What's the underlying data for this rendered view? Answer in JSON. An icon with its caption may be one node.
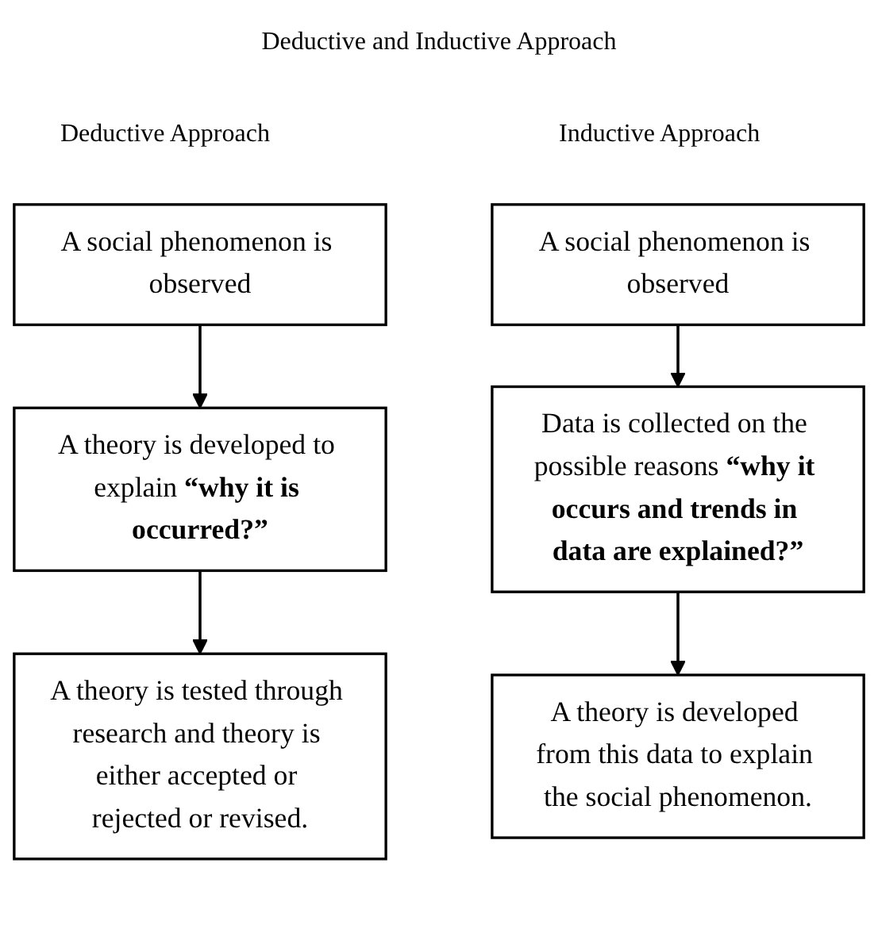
{
  "diagram": {
    "title": "Deductive and Inductive Approach",
    "nodes": [
      {
        "text": [
          "A social phenomenon is observed"
        ]
      },
      {
        "text": [
          "A theory is developed to explain **“why it is occurred?”**"
        ]
      },
      {
        "text": [
          "A theory is tested through research and theory is either accepted or rejected or revised."
        ]
      },
      {
        "text": [
          "A social phenomenon is observed"
        ]
      },
      {
        "text": [
          "Data is collected on the possible reasons **“why it occurs and trends in data are explained?”**"
        ]
      },
      {
        "text": [
          "A theory is developed from this data to explain the social phenomenon."
        ]
      }
    ],
    "edges": [
      {
        "from": 0,
        "to": 1,
        "arrow": "to"
      },
      {
        "from": 1,
        "to": 2,
        "arrow": "to"
      },
      {
        "from": 3,
        "to": 4,
        "arrow": "to"
      },
      {
        "from": 4,
        "to": 5,
        "arrow": "to"
      }
    ],
    "labels": [
      "Deductive Approach",
      "Inductive Approach"
    ]
  }
}
